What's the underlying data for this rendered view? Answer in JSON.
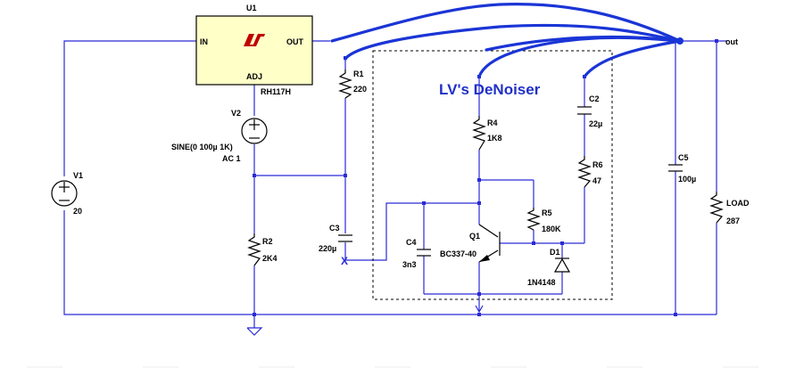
{
  "title": "LV's DeNoiser",
  "regulator": {
    "ref": "U1",
    "part": "RH117H",
    "pin_in": "IN",
    "pin_out": "OUT",
    "pin_adj": "ADJ",
    "logo": "lt-logo"
  },
  "v1": {
    "ref": "V1",
    "value": "20"
  },
  "v2": {
    "ref": "V2",
    "value1": "SINE(0 100µ 1K)",
    "value2": "AC 1"
  },
  "r1": {
    "ref": "R1",
    "value": "220"
  },
  "r2": {
    "ref": "R2",
    "value": "2K4"
  },
  "r4": {
    "ref": "R4",
    "value": "1K8"
  },
  "r5": {
    "ref": "R5",
    "value": "180K"
  },
  "r6": {
    "ref": "R6",
    "value": "47"
  },
  "c2": {
    "ref": "C2",
    "value": "22µ"
  },
  "c3": {
    "ref": "C3",
    "value": "220µ"
  },
  "c4": {
    "ref": "C4",
    "value": "3n3"
  },
  "c5": {
    "ref": "C5",
    "value": "100µ"
  },
  "q1": {
    "ref": "Q1",
    "value": "BC337-40"
  },
  "d1": {
    "ref": "D1",
    "value": "1N4148"
  },
  "load": {
    "ref": "LOAD",
    "value": "287"
  },
  "out_label": "out",
  "x_marker": "X",
  "colors": {
    "wire": "#2a2ad8",
    "handwriting": "#1a35d6",
    "ic_fill": "#ffffc8"
  }
}
